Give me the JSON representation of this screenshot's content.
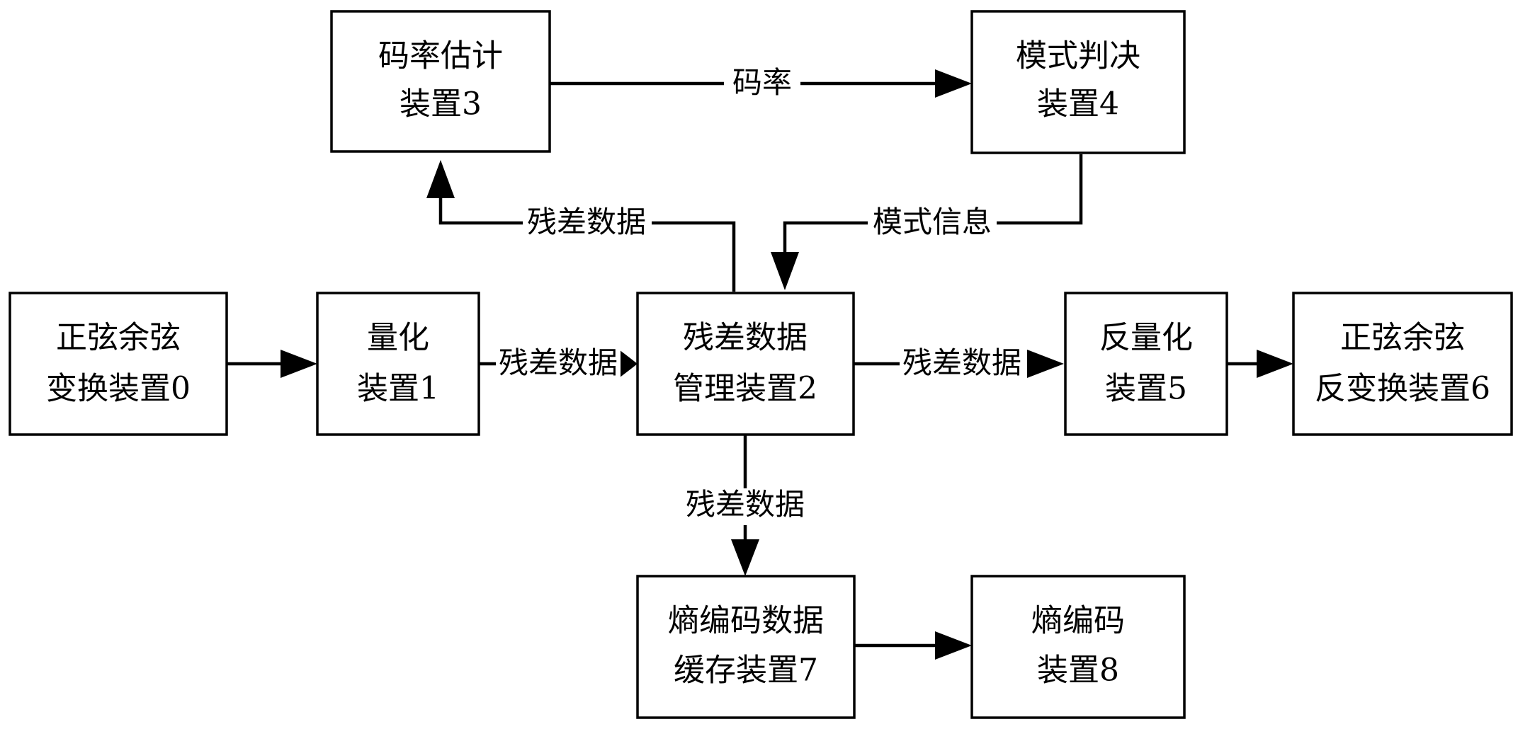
{
  "nodes": {
    "n0": {
      "line1": "正弦余弦",
      "line2": "变换装置0"
    },
    "n1": {
      "line1": "量化",
      "line2": "装置1"
    },
    "n2": {
      "line1": "残差数据",
      "line2": "管理装置2"
    },
    "n3": {
      "line1": "码率估计",
      "line2": "装置3"
    },
    "n4": {
      "line1": "模式判决",
      "line2": "装置4"
    },
    "n5": {
      "line1": "反量化",
      "line2": "装置5"
    },
    "n6": {
      "line1": "正弦余弦",
      "line2": "反变换装置6"
    },
    "n7": {
      "line1": "熵编码数据",
      "line2": "缓存装置7"
    },
    "n8": {
      "line1": "熵编码",
      "line2": "装置8"
    }
  },
  "edges": {
    "e3_4": "码率",
    "e2_3": "残差数据",
    "e4_2": "模式信息",
    "e1_2": "残差数据",
    "e2_5": "残差数据",
    "e2_7": "残差数据"
  },
  "colors": {
    "stroke": "#000000",
    "fill": "#ffffff"
  }
}
